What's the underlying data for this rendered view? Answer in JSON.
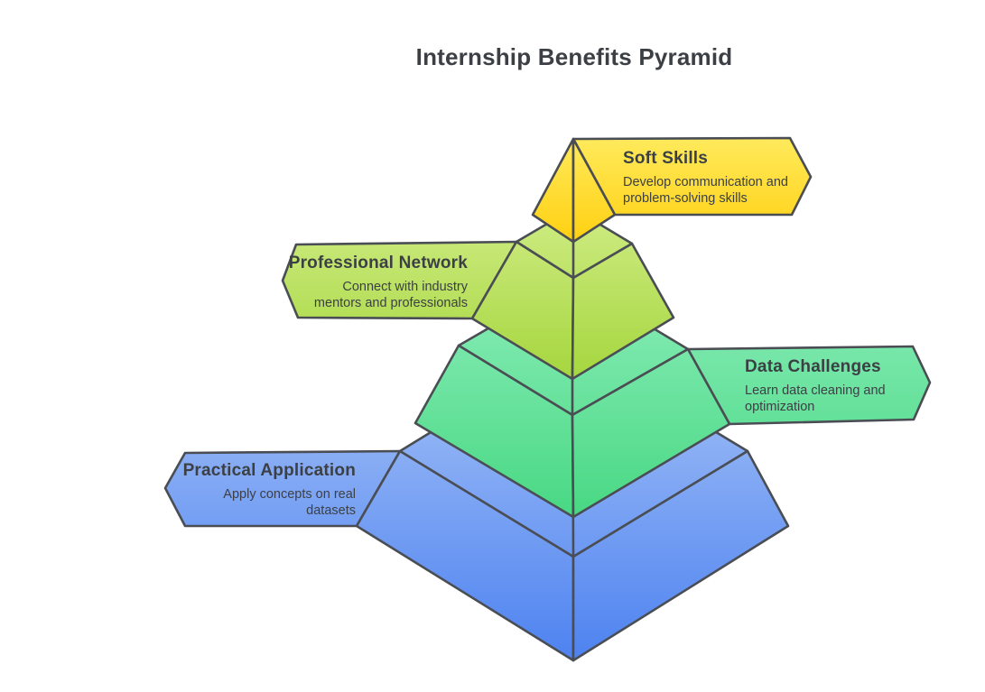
{
  "page_title": "Internship Benefits Pyramid",
  "style": {
    "background": "#FFFFFF",
    "outline_color": "#4A4E54",
    "text_color": "#3C4045"
  },
  "levels": [
    {
      "id": "soft-skills",
      "rank": 1,
      "title": "Soft Skills",
      "description": "Develop communication and problem-solving skills",
      "description_lines": [
        "Develop communication and",
        "problem-solving skills"
      ],
      "banner_side": "right",
      "color_light": "#FFEA5C",
      "color_dark": "#FFD011"
    },
    {
      "id": "professional-network",
      "rank": 2,
      "title": "Professional Network",
      "description": "Connect with industry mentors and professionals",
      "description_lines": [
        "Connect with industry",
        "mentors and professionals"
      ],
      "banner_side": "left",
      "color_light": "#CFEC84",
      "color_dark": "#A5D63E"
    },
    {
      "id": "data-challenges",
      "rank": 3,
      "title": "Data Challenges",
      "description": "Learn data cleaning and optimization",
      "description_lines": [
        "Learn data cleaning and",
        "optimization"
      ],
      "banner_side": "right",
      "color_light": "#8BEDB9",
      "color_dark": "#48D883"
    },
    {
      "id": "practical-application",
      "rank": 4,
      "title": "Practical Application",
      "description": "Apply concepts on real datasets",
      "description_lines": [
        "Apply concepts on real",
        "datasets"
      ],
      "banner_side": "left",
      "color_light": "#A8C4F7",
      "color_dark": "#4D82F0"
    }
  ]
}
